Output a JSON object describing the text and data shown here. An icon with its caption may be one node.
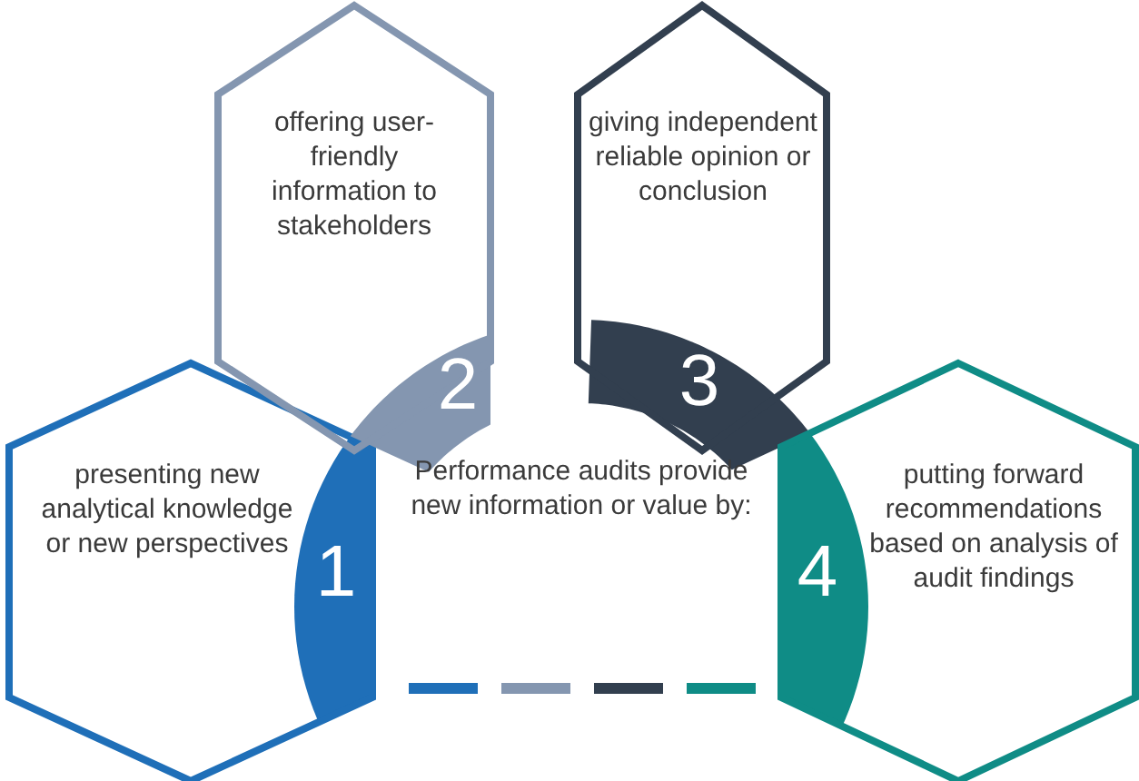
{
  "diagram": {
    "nodes": [
      {
        "text": [
          "presenting new analytical knowledge or new perspectives",
          "1"
        ]
      },
      {
        "text": [
          "offering user-friendly information to stakeholders",
          "2"
        ]
      },
      {
        "text": [
          "giving independent reliable opinion or conclusion",
          "3"
        ]
      },
      {
        "text": [
          "4",
          "putting forward recommendations based on analysis of audit findings"
        ]
      }
    ],
    "labels": [
      "Performance audits provide new information or value by:"
    ]
  }
}
